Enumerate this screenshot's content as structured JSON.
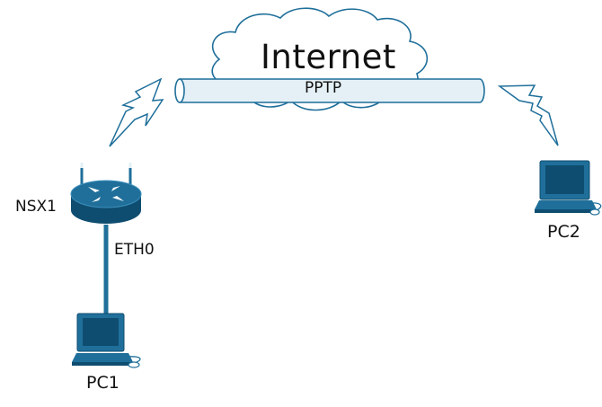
{
  "labels": {
    "internet": "Internet",
    "tunnel": "PPTP",
    "router": "NSX1",
    "interface": "ETH0",
    "pc1": "PC1",
    "pc2": "PC2"
  },
  "colors": {
    "device": "#1f6f9a",
    "device_dark": "#0f4d70",
    "device_light": "#3d8fbd",
    "link": "#1f6f9a",
    "outline": "#1f6f9a",
    "tunnel_fill": "#e4f0f6",
    "cloud_fill": "#ffffff",
    "text": "#111111"
  },
  "icons": {
    "cloud": "cloud-icon",
    "tunnel": "tunnel-pipe-icon",
    "router": "wireless-router-icon",
    "workstation": "workstation-icon",
    "wireless_link": "lightning-icon"
  }
}
